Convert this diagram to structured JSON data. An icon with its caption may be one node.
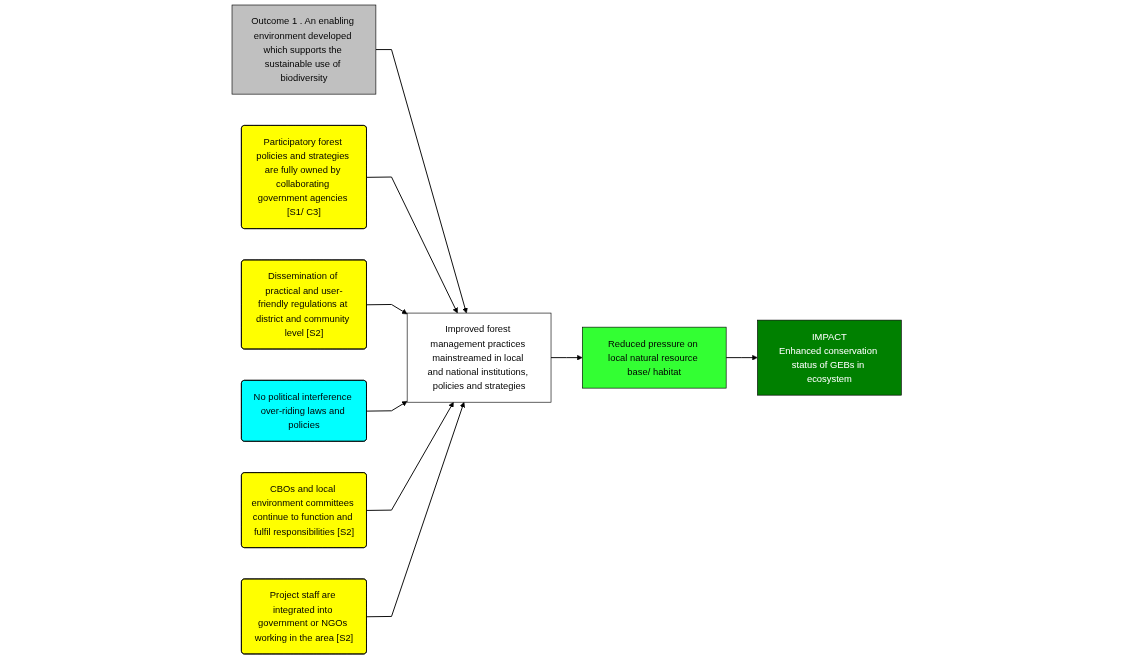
{
  "diagram": {
    "nodes": [
      {
        "text": [
          "Outcome 1 . An enabling environment developed which supports the sustainable use of biodiversity"
        ]
      },
      {
        "text": [
          "Participatory forest policies and strategies are fully owned by collaborating government agencies [S1/ C3]"
        ]
      },
      {
        "text": [
          "Dissemination of practical and user-friendly regulations at district and community level [S2]"
        ]
      },
      {
        "text": [
          "No political interference over-riding laws and policies"
        ]
      },
      {
        "text": [
          "Improved forest management practices mainstreamed in local and national institutions, policies and strategies"
        ]
      },
      {
        "text": [
          "Reduced pressure on local natural resource base/ habitat"
        ]
      },
      {
        "text": [
          "IMPACT",
          "Enhanced conservation status of GEBs in ecosystem"
        ]
      },
      {
        "text": [
          "CBOs and local environment committees continue to function and fulfil responsibilities [S2]"
        ]
      },
      {
        "text": [
          "Project staff are integrated into government or NGOs working in the area [S2]"
        ]
      }
    ],
    "edges": [
      {
        "from": 0,
        "to": 4,
        "arrow": "to"
      },
      {
        "from": 1,
        "to": 4,
        "arrow": "to"
      },
      {
        "from": 2,
        "to": 4,
        "arrow": "to"
      },
      {
        "from": 3,
        "to": 4,
        "arrow": "to"
      },
      {
        "from": 7,
        "to": 4,
        "arrow": "to"
      },
      {
        "from": 8,
        "to": 4,
        "arrow": "to"
      },
      {
        "from": 4,
        "to": 5,
        "arrow": "to"
      },
      {
        "from": 5,
        "to": 6,
        "arrow": "to"
      }
    ]
  }
}
